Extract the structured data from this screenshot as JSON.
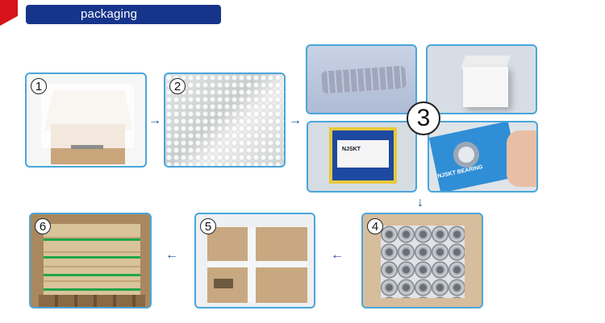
{
  "header": {
    "title": "packaging"
  },
  "steps": {
    "s1": "1",
    "s2": "2",
    "s3": "3",
    "s4": "4",
    "s5": "5",
    "s6": "6"
  },
  "box_labels": {
    "nj": "NJSKT",
    "blue_box": "NJSKT BEARING"
  },
  "arrows": {
    "right": "→",
    "down": "↓",
    "left": "←"
  },
  "colors": {
    "header_bg": "#16358a",
    "accent_red": "#d6121a",
    "frame_border": "#4aa6dc",
    "arrow": "#1f4c9b"
  }
}
